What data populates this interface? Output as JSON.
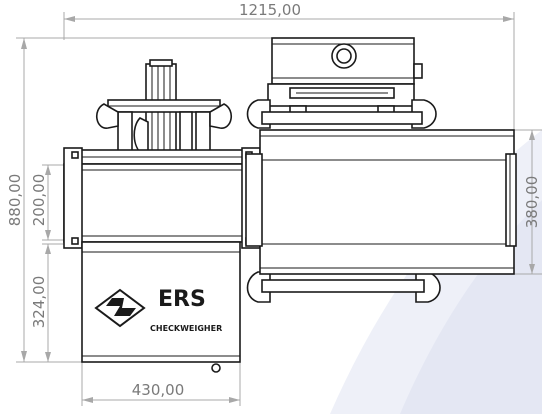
{
  "dimensions": {
    "overall_width": "1215,00",
    "overall_height": "880,00",
    "upper_section_height": "200,00",
    "lower_section_height": "324,00",
    "right_section_height": "380,00",
    "base_width": "430,00"
  },
  "brand": {
    "logo_text": "ERS",
    "product_text": "CHECKWEIGHER"
  },
  "colors": {
    "line": "#1a1a1a",
    "dimension": "#a8a8a8",
    "watermark": "#e4e7f3"
  }
}
